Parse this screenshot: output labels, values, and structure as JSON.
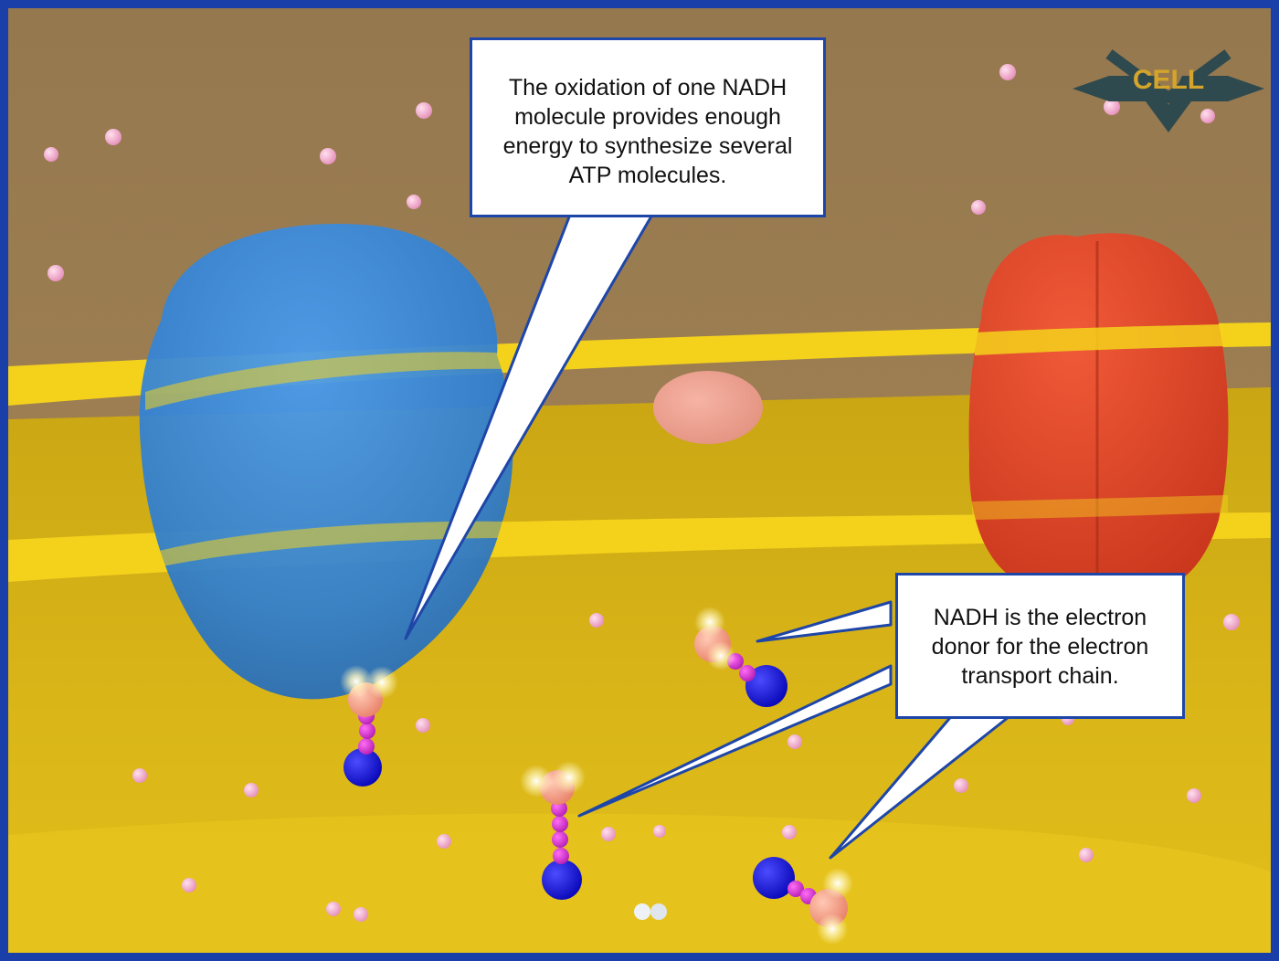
{
  "callouts": {
    "atp_energy": "The oxidation of one NADH\nmolecule provides enough\nenergy to synthesize several\nATP molecules.",
    "electron_donor": "NADH is the electron\ndonor for the electron\ntransport chain."
  },
  "logo": {
    "text": "CELL",
    "color": "#2e4a4e"
  },
  "colors": {
    "frame": "#1a3fa8",
    "background_top": "#9b7d54",
    "matrix": "#d9b416",
    "membrane": "#f4d21c",
    "complex_blue": "#3d8ed8",
    "complex_red": "#e34a2a",
    "nadh_head": "#f39a80",
    "nadh_link": "#d22fd0",
    "nadh_tail": "#1414d8",
    "proton": "#f3a3c8"
  },
  "icons": [
    "cell-logo-icon"
  ]
}
